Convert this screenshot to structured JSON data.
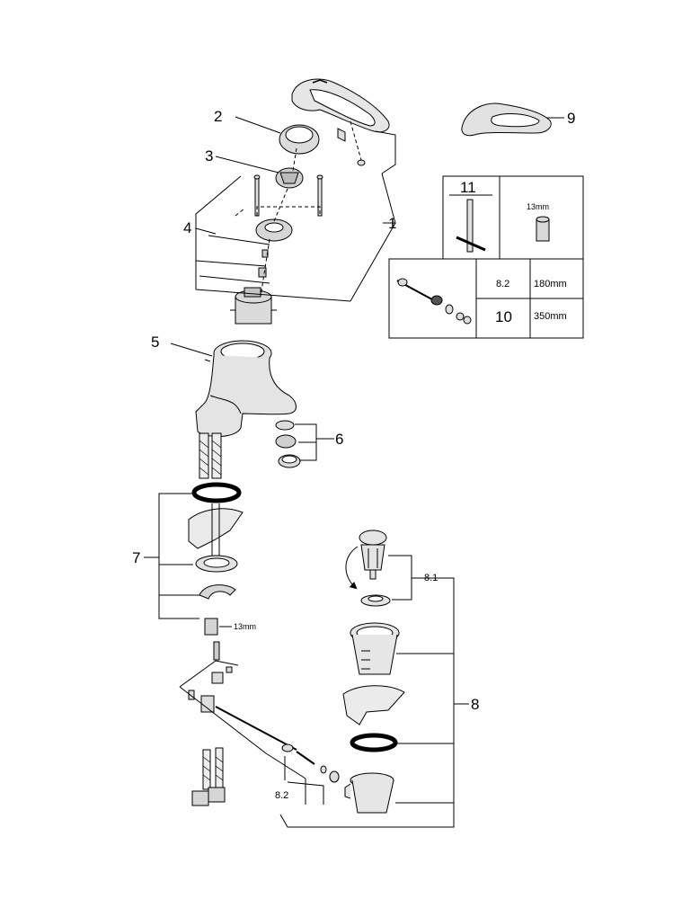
{
  "callouts": {
    "c1": "1",
    "c2": "2",
    "c3": "3",
    "c4": "4",
    "c5": "5",
    "c6": "6",
    "c7": "7",
    "c8": "8",
    "c8_1": "8.1",
    "c8_2": "8.2",
    "c9": "9"
  },
  "labels": {
    "wrench_size_left": "13mm",
    "wrench_size_box": "13mm"
  },
  "info_table": {
    "tool_number": "11",
    "rod_rows": [
      {
        "code": "8.2",
        "length": "180mm"
      },
      {
        "code": "10",
        "length": "350mm"
      }
    ]
  }
}
